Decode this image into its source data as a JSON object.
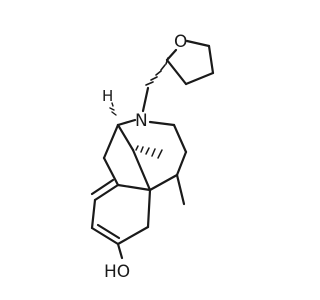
{
  "molecule": {
    "atom_labels": {
      "ring_oxygen": "O",
      "amine_nitrogen": "N",
      "hydroxyl": "HO",
      "stereo_hydrogen": "H"
    },
    "colors": {
      "bond": "#1a1a1a",
      "background": "#ffffff"
    }
  }
}
